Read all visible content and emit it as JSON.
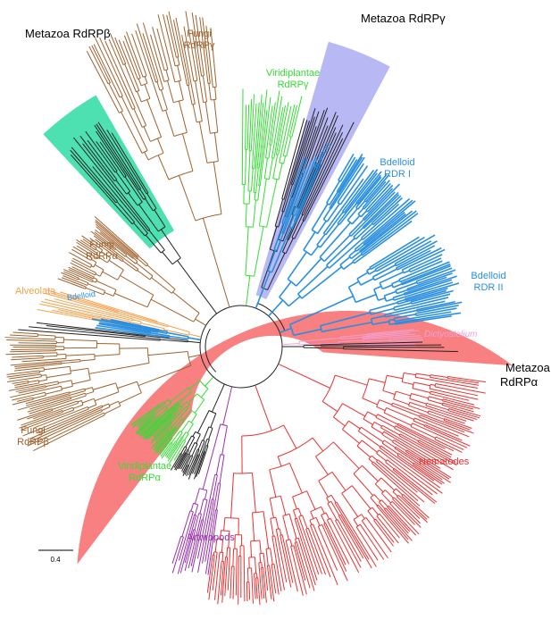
{
  "colors": {
    "fungi": "#a0622d",
    "viridiplantae": "#33dd33",
    "bdelloid": "#2a8fe0",
    "alveolata": "#f5a04a",
    "dictyostelium": "#f2a0d6",
    "nematodes": "#e83030",
    "arthropods": "#9b30b0",
    "black": "#222222",
    "shade_beta": "#4de0b0",
    "shade_gamma": "#b8b8f4",
    "shade_alpha": "#f88080"
  },
  "labels": {
    "metazoa_beta": "Metazoa RdRPβ",
    "metazoa_gamma": "Metazoa RdRPγ",
    "metazoa_alpha_1": "Metazoa",
    "metazoa_alpha_2": "RdRPα",
    "fungi_gamma_1": "Fungi",
    "fungi_gamma_2": "RdRPγ",
    "viri_gamma_1": "Viridiplantae",
    "viri_gamma_2": "RdRPγ",
    "bdelloid_rot": "Bdelloid",
    "bdelloid_rdr1_1": "Bdelloid",
    "bdelloid_rdr1_2": "RDR I",
    "fungi_alpha_1": "Fungi",
    "fungi_alpha_2": "RdRPα",
    "alveolata": "Alveolata",
    "bdelloid_left": "Bdelloid",
    "bdelloid_rdr2_1": "Bdelloid",
    "bdelloid_rdr2_2": "RDR II",
    "dictyostelium": "Dictyostelium",
    "fungi_beta_1": "Fungi",
    "fungi_beta_2": "RdRPβ",
    "nematodes": "Nematodes",
    "viri_alpha_1": "Viridiplantae",
    "viri_alpha_2": "RdRPα",
    "arthropods": "Arthropods",
    "scale": "0.4"
  }
}
